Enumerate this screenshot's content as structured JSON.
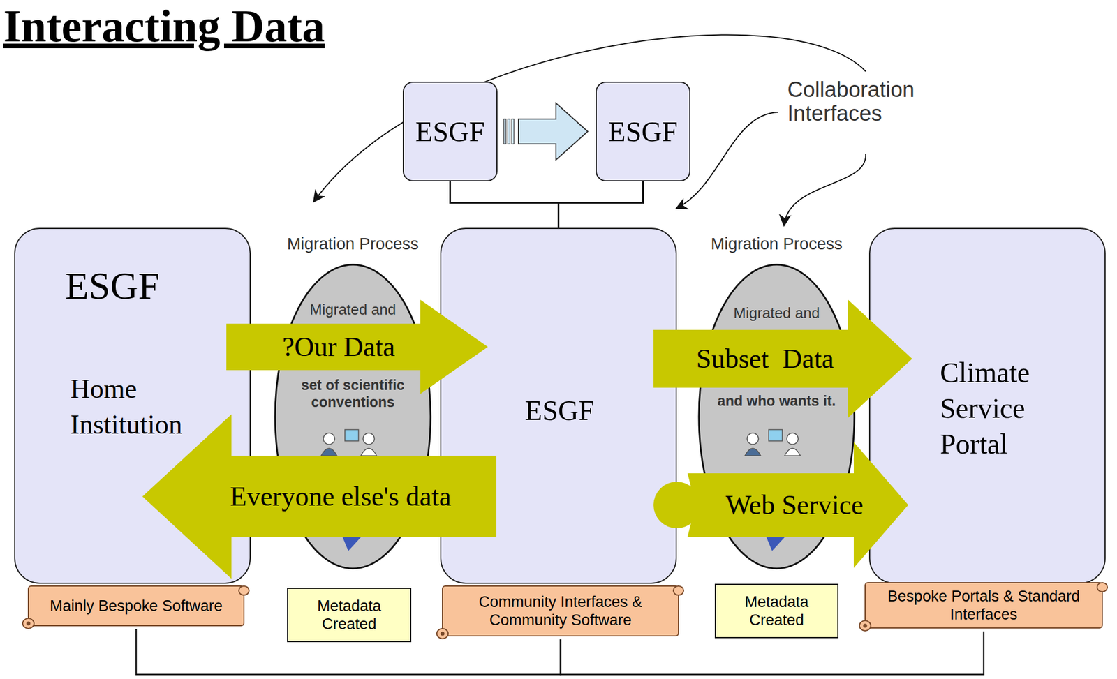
{
  "diagram": {
    "title": "Interacting Data",
    "nodes": [
      {
        "text": [
          "ESGF"
        ]
      },
      {
        "text": [
          "ESGF"
        ]
      },
      {
        "text": [
          "ESGF",
          "Home Institution"
        ]
      },
      {
        "text": [
          "Migration Process",
          "Migrated and",
          "set of scientific conventions"
        ]
      },
      {
        "text": [
          "ESGF"
        ]
      },
      {
        "text": [
          "Migration Process",
          "Migrated and",
          "and who wants it."
        ]
      },
      {
        "text": [
          "Climate Service Portal"
        ]
      },
      {
        "text": [
          "Mainly Bespoke Software"
        ]
      },
      {
        "text": [
          "Metadata Created"
        ]
      },
      {
        "text": [
          "Community Interfaces & Community Software"
        ]
      },
      {
        "text": [
          "Metadata Created"
        ]
      },
      {
        "text": [
          "Bespoke Portals & Standard Interfaces"
        ]
      }
    ],
    "edges": [
      {
        "from": 0,
        "to": 1,
        "arrow": "to"
      },
      {
        "from": 0,
        "to": 4,
        "arrow": "none"
      },
      {
        "from": 1,
        "to": 4,
        "arrow": "none"
      },
      {
        "from": 2,
        "to": 4,
        "label": "?Our Data",
        "arrow": "to"
      },
      {
        "from": 4,
        "to": 2,
        "label": "Everyone else's data",
        "arrow": "to"
      },
      {
        "from": 4,
        "to": 6,
        "label": "Subset  Data",
        "arrow": "to"
      },
      {
        "from": 4,
        "to": 6,
        "label": "Web Service",
        "arrow": "to"
      },
      {
        "from": 7,
        "to": 9,
        "arrow": "none"
      },
      {
        "from": 9,
        "to": 11,
        "arrow": "none"
      }
    ],
    "labels": [
      "Collaboration Interfaces"
    ]
  }
}
